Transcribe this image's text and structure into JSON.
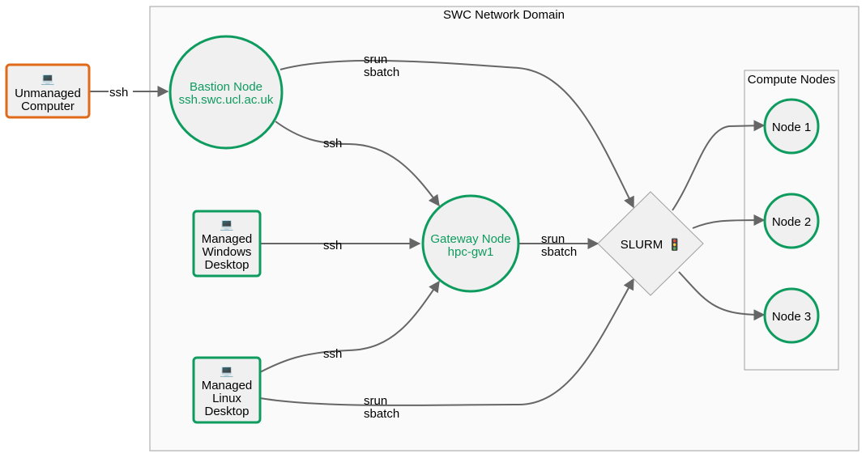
{
  "domain_title": "SWC Network Domain",
  "compute_title": "Compute Nodes",
  "colors": {
    "green": "#0e9b5e",
    "orange": "#e06a1a",
    "edge": "#666666",
    "node_fill": "#f0f0f0",
    "domain_fill": "#fafafa"
  },
  "nodes": {
    "unmanaged": {
      "icon": "laptop-icon",
      "icon_glyph": "💻",
      "line1": "Unmanaged",
      "line2": "Computer"
    },
    "bastion": {
      "line1": "Bastion Node",
      "line2": "ssh.swc.ucl.ac.uk"
    },
    "windows": {
      "icon": "laptop-icon",
      "icon_glyph": "💻",
      "line1": "Managed",
      "line2": "Windows",
      "line3": "Desktop"
    },
    "linux": {
      "icon": "laptop-icon",
      "icon_glyph": "💻",
      "line1": "Managed",
      "line2": "Linux",
      "line3": "Desktop"
    },
    "gateway": {
      "line1": "Gateway Node",
      "line2": "hpc-gw1"
    },
    "slurm": {
      "label": "SLURM",
      "icon": "traffic-light-icon",
      "icon_glyph": "🚦"
    },
    "node1": {
      "label": "Node 1"
    },
    "node2": {
      "label": "Node 2"
    },
    "node3": {
      "label": "Node 3"
    }
  },
  "edge_labels": {
    "unmanaged_bastion": "ssh",
    "bastion_gateway": "ssh",
    "windows_gateway": "ssh",
    "linux_gateway": "ssh",
    "bastion_slurm_1": "srun",
    "bastion_slurm_2": "sbatch",
    "gateway_slurm_1": "srun",
    "gateway_slurm_2": "sbatch",
    "linux_slurm_1": "srun",
    "linux_slurm_2": "sbatch"
  }
}
